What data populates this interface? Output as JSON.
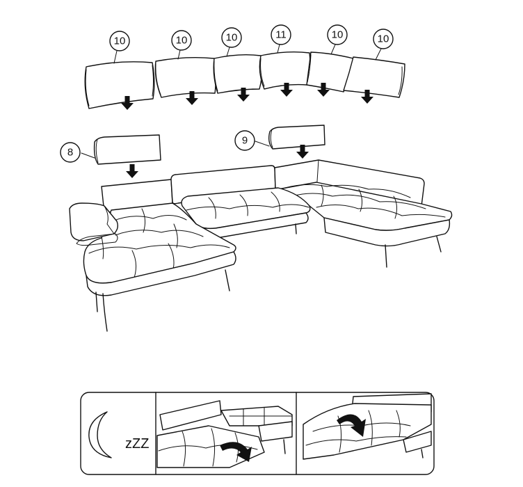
{
  "callouts": {
    "back_cushion_1": "10",
    "back_cushion_2": "10",
    "back_cushion_3": "10",
    "back_cushion_4": "11",
    "back_cushion_5": "10",
    "back_cushion_6": "10",
    "backrest_left": "8",
    "backrest_right": "9"
  },
  "sleep_panel": {
    "icon": "moon-icon",
    "label": "zZZ"
  },
  "colors": {
    "line": "#111111",
    "background": "#ffffff"
  }
}
